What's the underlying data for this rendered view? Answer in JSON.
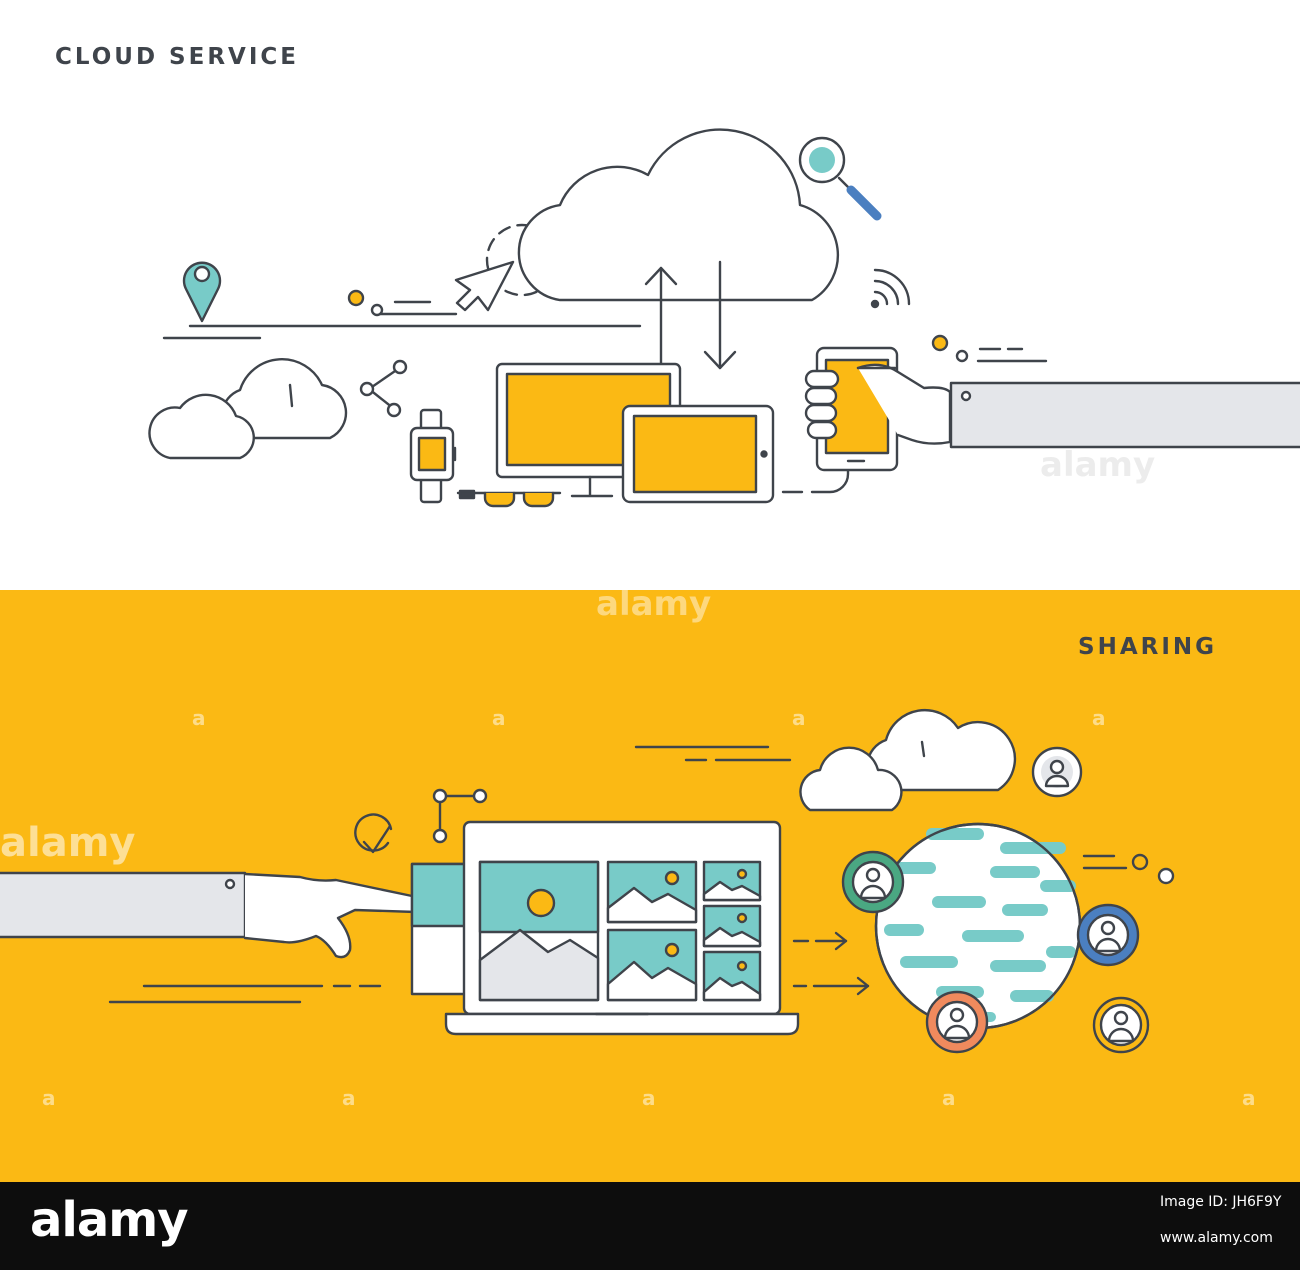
{
  "panels": {
    "cloud": {
      "title": "CLOUD SERVICE"
    },
    "sharing": {
      "title": "SHARING"
    }
  },
  "watermark": {
    "text": "alamy",
    "small_mark": "a"
  },
  "footer": {
    "brand": "alamy",
    "image_id": "Image ID: JH6F9Y",
    "url": "www.alamy.com"
  },
  "colors": {
    "background": "#ffffff",
    "banner_yellow": "#fbb914",
    "accent_yellow": "#fbb914",
    "teal": "#78cbc8",
    "blue": "#4b7fc0",
    "orange": "#f08a5d",
    "green": "#4aa882",
    "line": "#3f444b",
    "sleeve_gray": "#e4e6ea",
    "footer_black": "#0d0d0d"
  },
  "icons": [
    "location-pin-icon",
    "cursor-icon",
    "cloud-icon",
    "magnifier-icon",
    "wifi-icon",
    "share-icon",
    "smartwatch-icon",
    "smart-glasses-icon",
    "monitor-icon",
    "tablet-icon",
    "smartphone-icon",
    "hand-icon",
    "globe-icon",
    "user-avatar-icon",
    "laptop-icon",
    "image-icon",
    "checkmark-icon",
    "network-icon",
    "arrow-icon"
  ]
}
